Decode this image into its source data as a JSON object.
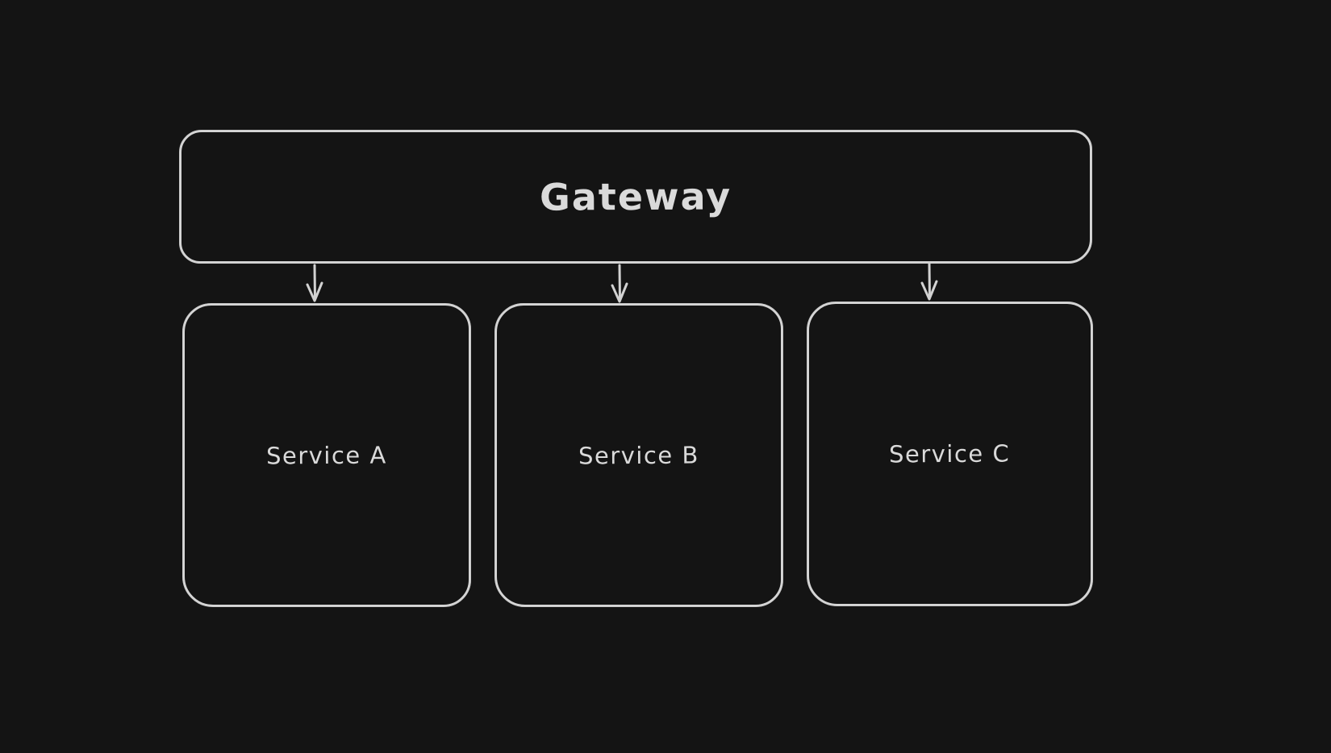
{
  "canvas": {
    "background_color": "#141414",
    "stroke_color": "#d6d6d6",
    "text_color": "#dadada",
    "style": "hand-drawn-sketch-dark"
  },
  "diagram": {
    "type": "architecture-flowchart",
    "gateway": {
      "label": "Gateway"
    },
    "services": [
      {
        "label": "Service A"
      },
      {
        "label": "Service B"
      },
      {
        "label": "Service C"
      }
    ],
    "connections": [
      {
        "from": "Gateway",
        "to": "Service A",
        "direction": "down"
      },
      {
        "from": "Gateway",
        "to": "Service B",
        "direction": "down"
      },
      {
        "from": "Gateway",
        "to": "Service C",
        "direction": "down"
      }
    ]
  }
}
